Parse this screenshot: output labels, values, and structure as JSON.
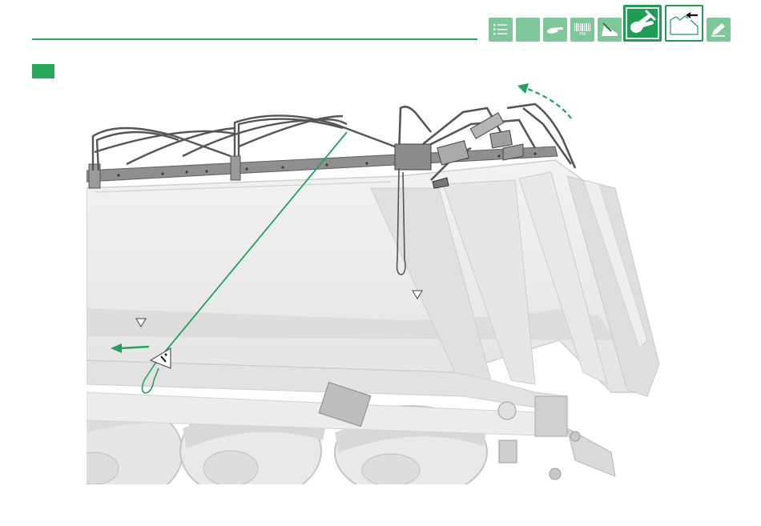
{
  "header": {
    "accent_color": "#2aa85a",
    "icons": [
      {
        "name": "list-icon",
        "active": false
      },
      {
        "name": "blank-tile",
        "active": false
      },
      {
        "name": "pointing-hand-icon",
        "active": false
      },
      {
        "name": "barcode-icon",
        "active": false,
        "label": "PM"
      },
      {
        "name": "ramp-icon",
        "active": false
      },
      {
        "name": "hand-wrench-icon",
        "active": true
      },
      {
        "name": "terrain-arrow-icon",
        "active": false
      },
      {
        "name": "pencil-icon",
        "active": false
      }
    ]
  },
  "figure": {
    "subject": "tipper-trailer-tarp-roll-over-illustration",
    "line_color": "#22a25a"
  }
}
